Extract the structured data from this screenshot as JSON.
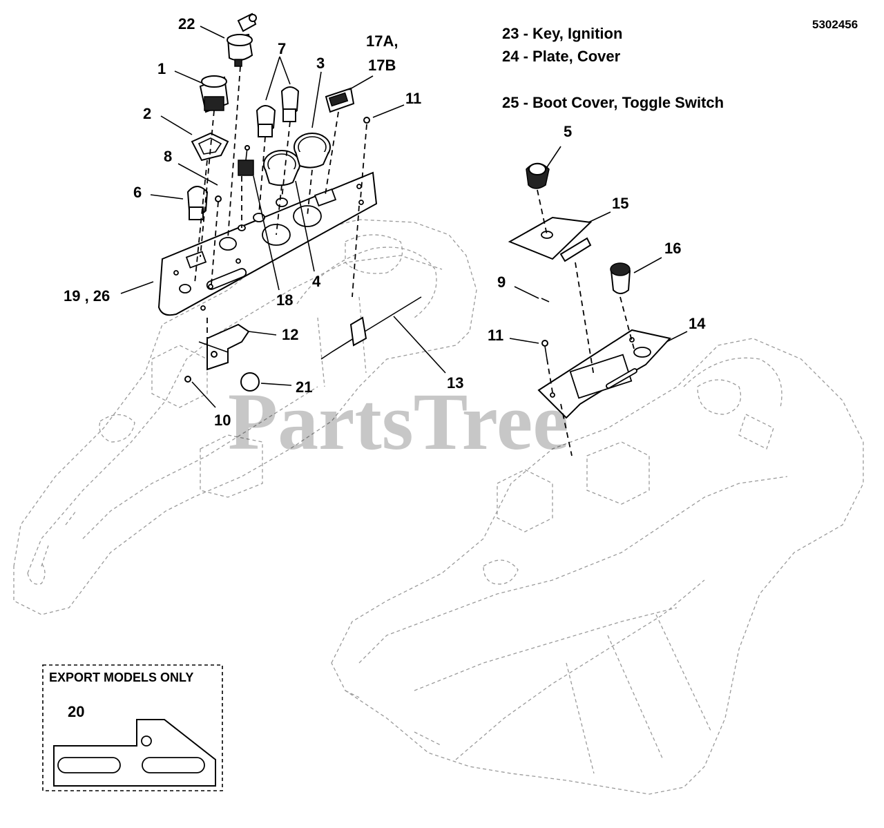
{
  "document_number": "5302456",
  "legend": {
    "item_23": "23 - Key, Ignition",
    "item_24": "24 - Plate, Cover",
    "item_25": "25 - Boot Cover, Toggle Switch"
  },
  "export_box": {
    "title": "EXPORT MODELS ONLY",
    "callout": "20"
  },
  "watermark": "PartsTree",
  "callouts": {
    "c22": "22",
    "c1": "1",
    "c2": "2",
    "c8": "8",
    "c6": "6",
    "c7": "7",
    "c3": "3",
    "c17": "17A,",
    "c17b": "17B",
    "c11a": "11",
    "c18": "18",
    "c4": "4",
    "c19": "19 , 26",
    "c12": "12",
    "c21": "21",
    "c10": "10",
    "c13": "13",
    "c5": "5",
    "c15": "15",
    "c16": "16",
    "c9": "9",
    "c11b": "11",
    "c14": "14"
  }
}
